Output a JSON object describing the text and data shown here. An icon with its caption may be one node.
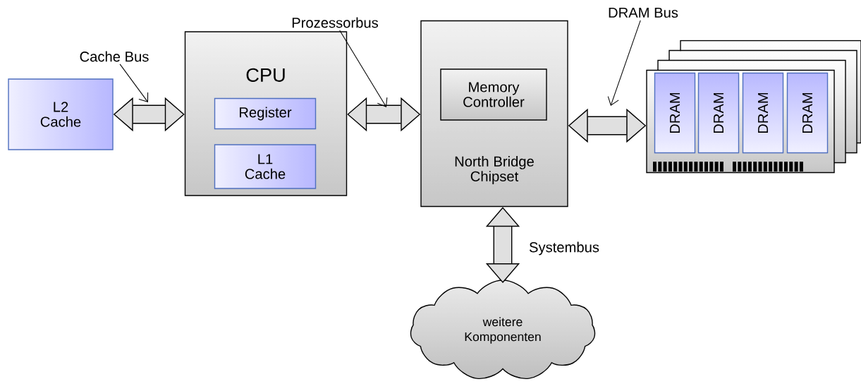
{
  "diagram": {
    "nodes": [
      {
        "text": [
          "L2 Cache"
        ]
      },
      {
        "text": [
          "CPU"
        ]
      },
      {
        "text": [
          "Register"
        ],
        "in": 1
      },
      {
        "text": [
          "L1 Cache"
        ],
        "in": 1
      },
      {
        "text": [
          "North Bridge Chipset"
        ]
      },
      {
        "text": [
          "Memory Controller"
        ],
        "in": 4
      },
      {
        "text": [],
        "shape": "box"
      },
      {
        "text": [
          "DRAM"
        ],
        "in": 6
      },
      {
        "text": [
          "DRAM"
        ],
        "in": 6
      },
      {
        "text": [
          "DRAM"
        ],
        "in": 6
      },
      {
        "text": [
          "DRAM"
        ],
        "in": 6
      },
      {
        "text": [
          "weitere Komponenten"
        ]
      },
      {
        "text": [
          "Cache Bus"
        ]
      },
      {
        "text": [
          "Prozessorbus"
        ]
      },
      {
        "text": [
          "DRAM Bus"
        ]
      }
    ],
    "edges": [
      {
        "from": 0,
        "to": 1,
        "arrow": "both"
      },
      {
        "from": 1,
        "to": 4,
        "arrow": "both"
      },
      {
        "from": 4,
        "to": 6,
        "arrow": "both"
      },
      {
        "from": 4,
        "to": 11,
        "arrow": "both",
        "label": "Systembus"
      },
      {
        "from": 12,
        "to": null,
        "arrow": "to"
      },
      {
        "from": 13,
        "to": null,
        "arrow": "to"
      },
      {
        "from": 14,
        "to": null,
        "arrow": "to"
      }
    ]
  }
}
